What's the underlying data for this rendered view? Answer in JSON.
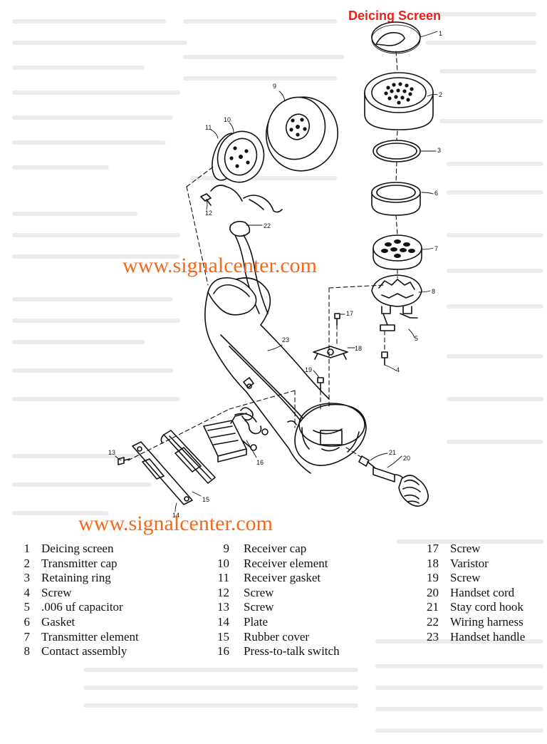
{
  "title": "Deicing Screen",
  "watermark": "www.signalcenter.com",
  "part_numbers": [
    "1",
    "2",
    "3",
    "4",
    "5",
    "6",
    "7",
    "8",
    "9",
    "10",
    "11",
    "12",
    "13",
    "14",
    "15",
    "16",
    "17",
    "18",
    "19",
    "20",
    "21",
    "22",
    "23"
  ],
  "legend": [
    {
      "num": "1",
      "label": "Deicing screen"
    },
    {
      "num": "2",
      "label": "Transmitter cap"
    },
    {
      "num": "3",
      "label": "Retaining ring"
    },
    {
      "num": "4",
      "label": "Screw"
    },
    {
      "num": "5",
      "label": ".006 uf capacitor"
    },
    {
      "num": "6",
      "label": "Gasket"
    },
    {
      "num": "7",
      "label": "Transmitter element"
    },
    {
      "num": "8",
      "label": "Contact assembly"
    },
    {
      "num": "9",
      "label": "Receiver cap"
    },
    {
      "num": "10",
      "label": "Receiver element"
    },
    {
      "num": "11",
      "label": "Receiver gasket"
    },
    {
      "num": "12",
      "label": "Screw"
    },
    {
      "num": "13",
      "label": "Screw"
    },
    {
      "num": "14",
      "label": "Plate"
    },
    {
      "num": "15",
      "label": "Rubber cover"
    },
    {
      "num": "16",
      "label": "Press-to-talk switch"
    },
    {
      "num": "17",
      "label": "Screw"
    },
    {
      "num": "18",
      "label": "Varistor"
    },
    {
      "num": "19",
      "label": "Screw"
    },
    {
      "num": "20",
      "label": "Handset cord"
    },
    {
      "num": "21",
      "label": "Stay cord hook"
    },
    {
      "num": "22",
      "label": "Wiring harness"
    },
    {
      "num": "23",
      "label": "Handset handle"
    }
  ],
  "colors": {
    "title": "#e8231c",
    "watermark": "#f2691c",
    "ink": "#111111",
    "bleed": "#d9d9d9"
  }
}
